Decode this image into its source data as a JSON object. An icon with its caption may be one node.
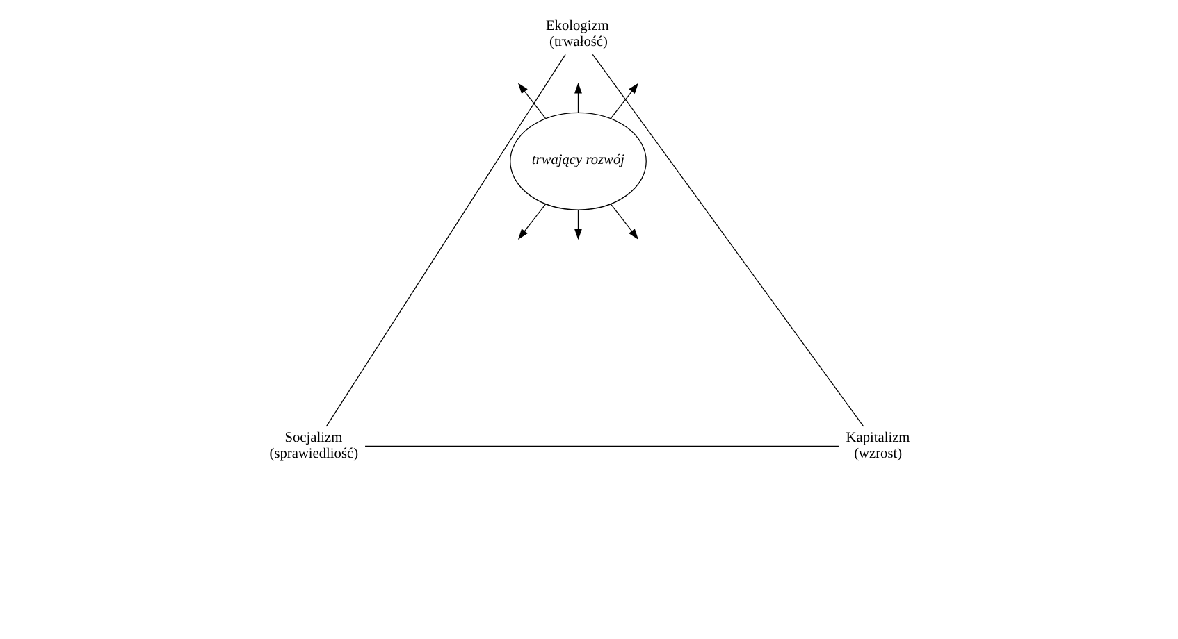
{
  "diagram": {
    "nodes": [
      {
        "text": [
          "Ekologizm",
          "(trwałość)"
        ]
      },
      {
        "text": [
          "Socjalizm",
          "(sprawiedliość)"
        ]
      },
      {
        "text": [
          "Kapitalizm",
          "(wzrost)"
        ]
      },
      {
        "text": [
          "trwający rozwój"
        ]
      }
    ],
    "edges": [
      {
        "from": 0,
        "to": 1,
        "arrow": "none"
      },
      {
        "from": 0,
        "to": 2,
        "arrow": "none"
      },
      {
        "from": 1,
        "to": 2,
        "arrow": "none"
      },
      {
        "from": 3,
        "to": null,
        "arrow": "to"
      },
      {
        "from": 3,
        "to": null,
        "arrow": "to"
      },
      {
        "from": 3,
        "to": null,
        "arrow": "to"
      },
      {
        "from": 3,
        "to": null,
        "arrow": "to"
      },
      {
        "from": 3,
        "to": null,
        "arrow": "to"
      },
      {
        "from": 3,
        "to": null,
        "arrow": "to"
      }
    ]
  }
}
